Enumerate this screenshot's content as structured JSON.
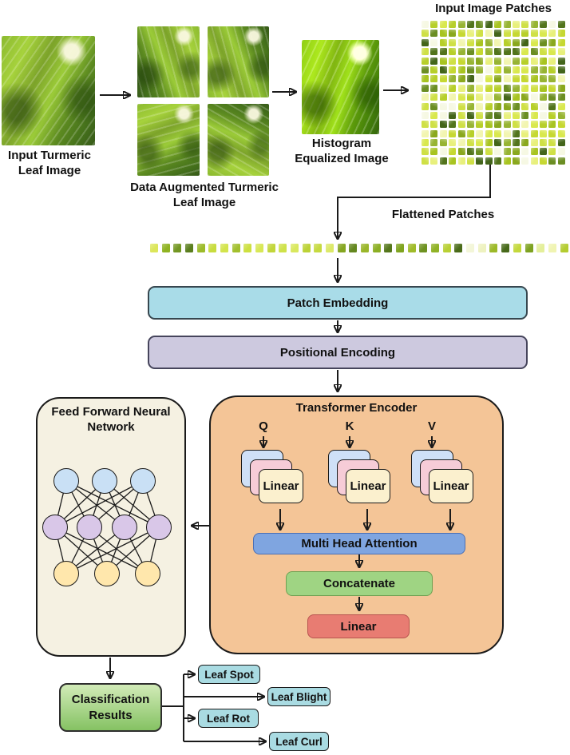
{
  "pipeline": {
    "input_label": "Input Turmeric Leaf Image",
    "augmented_label": "Data Augmented Turmeric Leaf Image",
    "histogram_label": "Histogram Equalized Image",
    "patches_title": "Input Image Patches",
    "flattened_label": "Flattened Patches",
    "patch_embedding": "Patch Embedding",
    "positional_encoding": "Positional Encoding"
  },
  "encoder": {
    "title": "Transformer Encoder",
    "q_label": "Q",
    "k_label": "K",
    "v_label": "V",
    "linear_label": "Linear",
    "multi_head_attention": "Multi Head Attention",
    "concatenate": "Concatenate",
    "output_linear": "Linear"
  },
  "ffnn": {
    "title": "Feed Forward Neural Network"
  },
  "classification": {
    "title": "Classification Results",
    "outputs": [
      "Leaf Spot",
      "Leaf Blight",
      "Leaf Rot",
      "Leaf Curl"
    ]
  },
  "colors": {
    "patch_embedding_fill": "#a9dce8",
    "positional_encoding_fill": "#cdc9df",
    "encoder_fill": "#f4c597",
    "mha_fill": "#7fa5e0",
    "concatenate_fill": "#9fd483",
    "linear_fill": "#e87c72",
    "card_blue": "#cfe0f7",
    "card_pink": "#f6ccd7",
    "card_yellow": "#fbf0ce",
    "ffnn_fill": "#f5f1e2",
    "node_blue": "#c9e0f5",
    "node_purple": "#d9c7e8",
    "node_yellow": "#ffe7ac",
    "classification_fill_top": "#d2ebb8",
    "classification_fill_bottom": "#85c263",
    "output_fill": "#a9dbe2"
  },
  "patches": {
    "palette": [
      "#c6d832",
      "#a8c421",
      "#8aa81e",
      "#6b8e23",
      "#52741c",
      "#d9e84e",
      "#e8f07c",
      "#f2f5b0",
      "#b7cf2a",
      "#97b433",
      "#43651a",
      "#cfe046"
    ],
    "strip": [
      "#dce65a",
      "#8fb322",
      "#739723",
      "#5a7e1e",
      "#9cbb2a",
      "#c8dc3e",
      "#d3e44c",
      "#a2bf2e",
      "#cde040",
      "#d8e856",
      "#c2d63a",
      "#cfe24a",
      "#d9e85e",
      "#bcd236",
      "#c6da40",
      "#dce968",
      "#85a621",
      "#64871f",
      "#9ab62a",
      "#8caf24",
      "#55771c",
      "#7fa41f",
      "#a0bb2a",
      "#6e9221",
      "#90b226",
      "#b9d034",
      "#4a6b19",
      "#f3f6d8",
      "#eef2c0",
      "#9cb928",
      "#47691a",
      "#c4d83c",
      "#7da220",
      "#e4ef9a",
      "#f0f4b2",
      "#b4cc30"
    ]
  }
}
